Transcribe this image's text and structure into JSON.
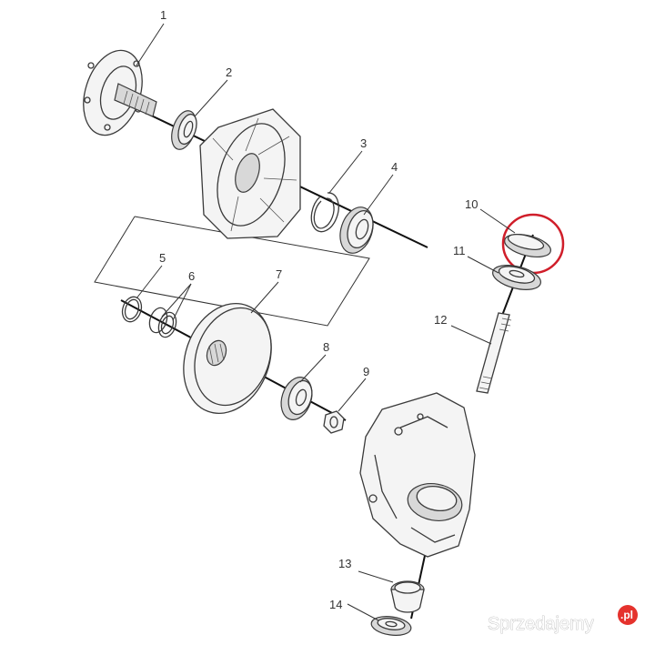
{
  "callouts": {
    "c1": "1",
    "c2": "2",
    "c3": "3",
    "c4": "4",
    "c5": "5",
    "c6": "6",
    "c7": "7",
    "c8": "8",
    "c9": "9",
    "c10": "10",
    "c11": "11",
    "c12": "12",
    "c13": "13",
    "c14": "14"
  },
  "highlight": {
    "target_callout": "10",
    "color": "#d01e2a"
  },
  "watermark": {
    "text": "Sprzedajemy",
    "badge": ".pl",
    "badge_color": "#e5322d"
  }
}
